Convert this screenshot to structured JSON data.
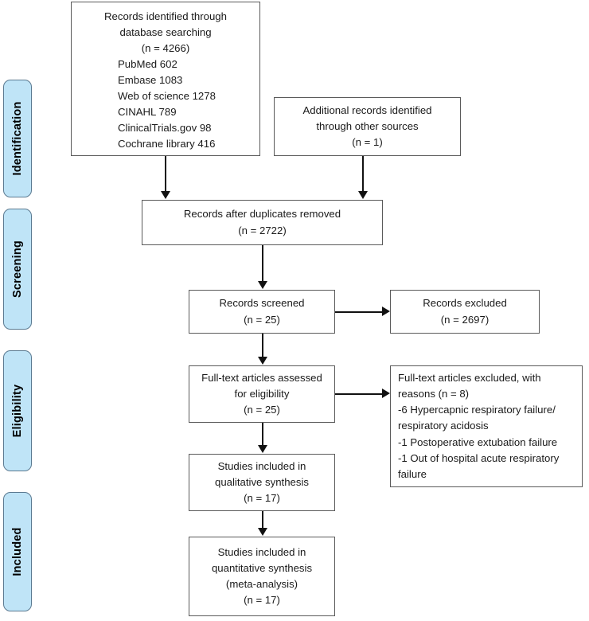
{
  "diagram": {
    "type": "prisma-flow-diagram",
    "stages": [
      {
        "id": "identification",
        "label": "Identification"
      },
      {
        "id": "screening",
        "label": "Screening"
      },
      {
        "id": "eligibility",
        "label": "Eligibility"
      },
      {
        "id": "included",
        "label": "Included"
      }
    ],
    "colors": {
      "stage_tab_fill": "#bfe4f7",
      "stage_tab_border": "#5b7a91",
      "box_border": "#5a5a5a",
      "box_fill": "#ffffff",
      "connector": "#111111",
      "text": "#1a1a1a"
    },
    "boxes": {
      "database_search": {
        "title_line1": "Records identified through",
        "title_line2": "database searching",
        "count": "(n = 4266)",
        "sources": [
          "PubMed 602",
          "Embase 1083",
          "Web of science 1278",
          "CINAHL 789",
          "ClinicalTrials.gov 98",
          "Cochrane library 416"
        ]
      },
      "additional_records": {
        "line1": "Additional records identified",
        "line2": "through other sources",
        "count": "(n = 1)"
      },
      "duplicates_removed": {
        "line1": "Records after duplicates removed",
        "count": "(n = 2722)"
      },
      "records_screened": {
        "line1": "Records screened",
        "count": "(n = 25)"
      },
      "records_excluded": {
        "line1": "Records excluded",
        "count": "(n = 2697)"
      },
      "fulltext_assessed": {
        "line1": "Full-text articles assessed",
        "line2": "for eligibility",
        "count": "(n = 25)"
      },
      "fulltext_excluded": {
        "line1": "Full-text articles excluded, with",
        "line2": "reasons (n = 8)",
        "reasons": [
          "-6 Hypercapnic respiratory failure/",
          "respiratory acidosis",
          "-1 Postoperative extubation failure",
          "-1 Out of hospital acute respiratory",
          "failure"
        ]
      },
      "qualitative_synthesis": {
        "line1": "Studies included in",
        "line2": "qualitative synthesis",
        "count": "(n = 17)"
      },
      "quantitative_synthesis": {
        "line1": "Studies included in",
        "line2": "quantitative synthesis",
        "line3": "(meta-analysis)",
        "count": "(n = 17)"
      }
    }
  }
}
